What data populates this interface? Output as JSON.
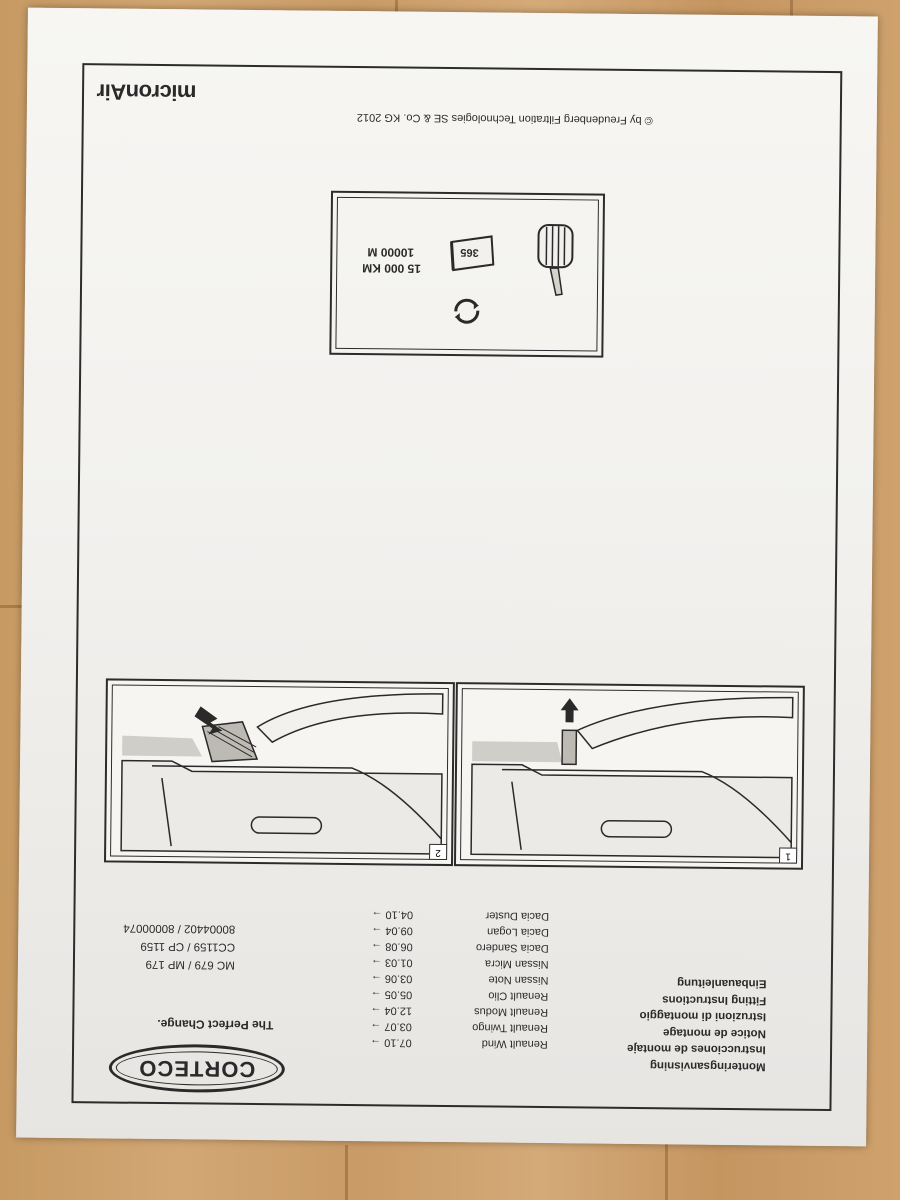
{
  "copyright": "© by Freudenberg Filtration Technologies SE & Co. KG 2012",
  "brand_mark": "micronAir",
  "reminder": {
    "km": "15 000 KM",
    "miles": "10000 M",
    "days": "365"
  },
  "panels": [
    {
      "number": "1"
    },
    {
      "number": "2"
    }
  ],
  "vehicles": [
    {
      "model": "Dacia Duster",
      "date": "04.10 →"
    },
    {
      "model": "Dacia Logan",
      "date": "09.04 →"
    },
    {
      "model": "Dacia Sandero",
      "date": "06.08 →"
    },
    {
      "model": "Nissan Micra",
      "date": "01.03 →"
    },
    {
      "model": "Nissan Note",
      "date": "03.06 →"
    },
    {
      "model": "Renault Clio",
      "date": "05.05 →"
    },
    {
      "model": "Renault Modus",
      "date": "12.04 →"
    },
    {
      "model": "Renault Twingo",
      "date": "03.07 →"
    },
    {
      "model": "Renault Wind",
      "date": "07.10 →"
    }
  ],
  "part_numbers": [
    "80004402 / 80000074",
    "CC1159 / CP 1159",
    "MC 679 / MP 179"
  ],
  "languages": [
    "Einbauanleitung",
    "Fitting Instructions",
    "Istruzioni di montaggio",
    "Notice de montage",
    "Instrucciones de montaje",
    "Monteringsanvisning"
  ],
  "logo": "CORTECO",
  "tagline": "The Perfect Change."
}
